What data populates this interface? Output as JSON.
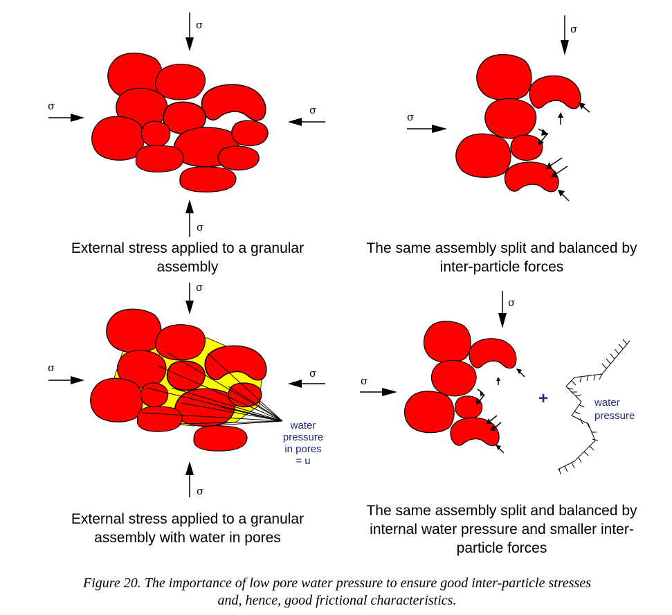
{
  "stress_symbol": "σ",
  "panels": {
    "top_left": {
      "caption_lines": [
        "External stress applied to a granular",
        "assembly"
      ]
    },
    "top_right": {
      "caption_lines": [
        "The same assembly split and balanced by",
        "inter-particle forces"
      ]
    },
    "bottom_left": {
      "caption_lines": [
        "External stress applied to a granular",
        "assembly with water in pores"
      ],
      "annotation_lines": [
        "water",
        "pressure",
        "in pores",
        "= u"
      ]
    },
    "bottom_right": {
      "caption_lines": [
        "The same assembly split and balanced by",
        "internal water pressure and smaller inter-",
        "particle forces"
      ],
      "plus_sign": "+",
      "water_label_lines": [
        "water",
        "pressure"
      ]
    }
  },
  "figure_caption_lines": [
    "Figure 20. The importance of low pore water pressure to ensure good inter-particle stresses",
    "and, hence, good frictional characteristics."
  ],
  "colors": {
    "grain": "#ff0000",
    "pore_water": "#ffff00",
    "annotation_text": "#1f2d78"
  }
}
